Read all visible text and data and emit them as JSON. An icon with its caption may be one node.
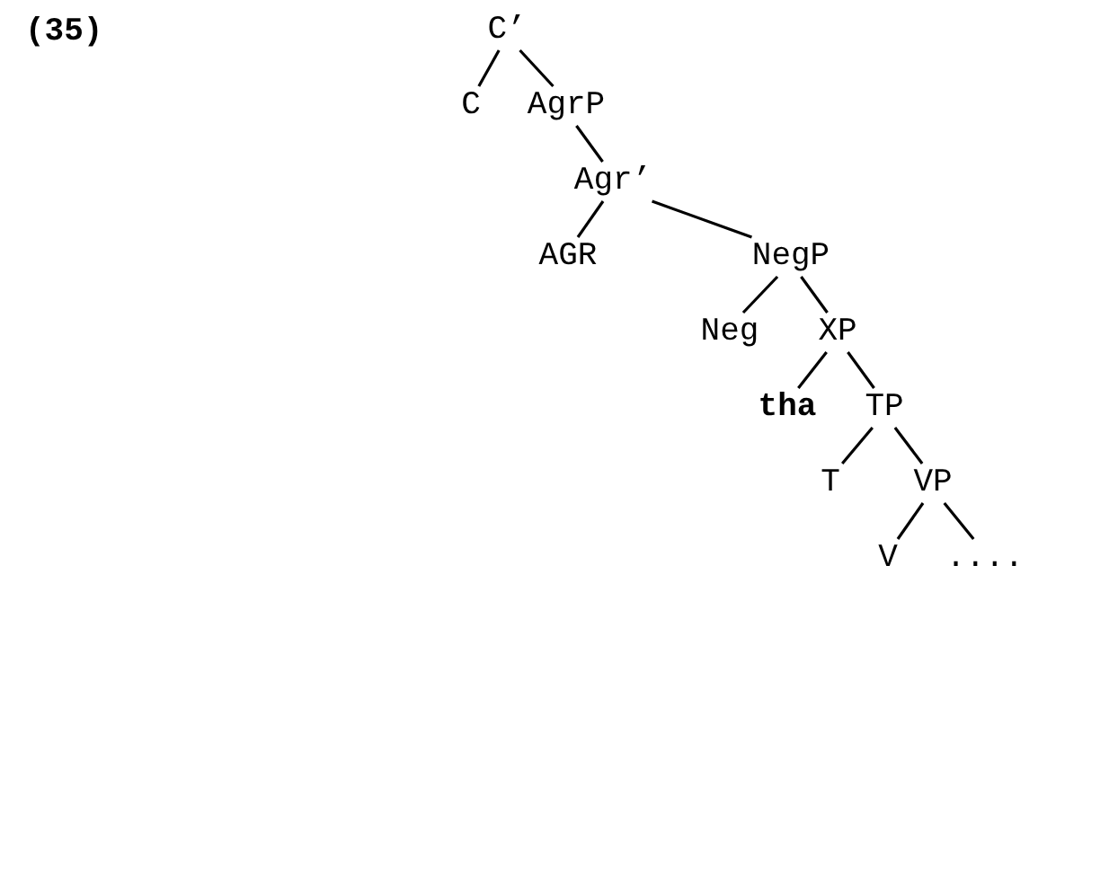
{
  "diagram": {
    "nodes": [
      {
        "text": [
          "C’"
        ]
      },
      {
        "text": [
          "C"
        ]
      },
      {
        "text": [
          "AgrP"
        ]
      },
      {
        "text": [
          "Agr’"
        ]
      },
      {
        "text": [
          "AGR"
        ]
      },
      {
        "text": [
          "NegP"
        ]
      },
      {
        "text": [
          "Neg"
        ]
      },
      {
        "text": [
          "XP"
        ]
      },
      {
        "text": [
          "**tha**"
        ]
      },
      {
        "text": [
          "TP"
        ]
      },
      {
        "text": [
          "T"
        ]
      },
      {
        "text": [
          "VP"
        ]
      },
      {
        "text": [
          "V"
        ]
      },
      {
        "text": [
          "...."
        ]
      }
    ],
    "edges": [
      {
        "from": 0,
        "to": 1,
        "arrow": "none"
      },
      {
        "from": 0,
        "to": 2,
        "arrow": "none"
      },
      {
        "from": 2,
        "to": 3,
        "arrow": "none"
      },
      {
        "from": 3,
        "to": 4,
        "arrow": "none"
      },
      {
        "from": 3,
        "to": 5,
        "arrow": "none"
      },
      {
        "from": 5,
        "to": 6,
        "arrow": "none"
      },
      {
        "from": 5,
        "to": 7,
        "arrow": "none"
      },
      {
        "from": 7,
        "to": 8,
        "arrow": "none"
      },
      {
        "from": 7,
        "to": 9,
        "arrow": "none"
      },
      {
        "from": 9,
        "to": 10,
        "arrow": "none"
      },
      {
        "from": 9,
        "to": 11,
        "arrow": "none"
      },
      {
        "from": 11,
        "to": 12,
        "arrow": "none"
      },
      {
        "from": 11,
        "to": 13,
        "arrow": "none"
      }
    ],
    "labels": [
      "(35)"
    ]
  }
}
